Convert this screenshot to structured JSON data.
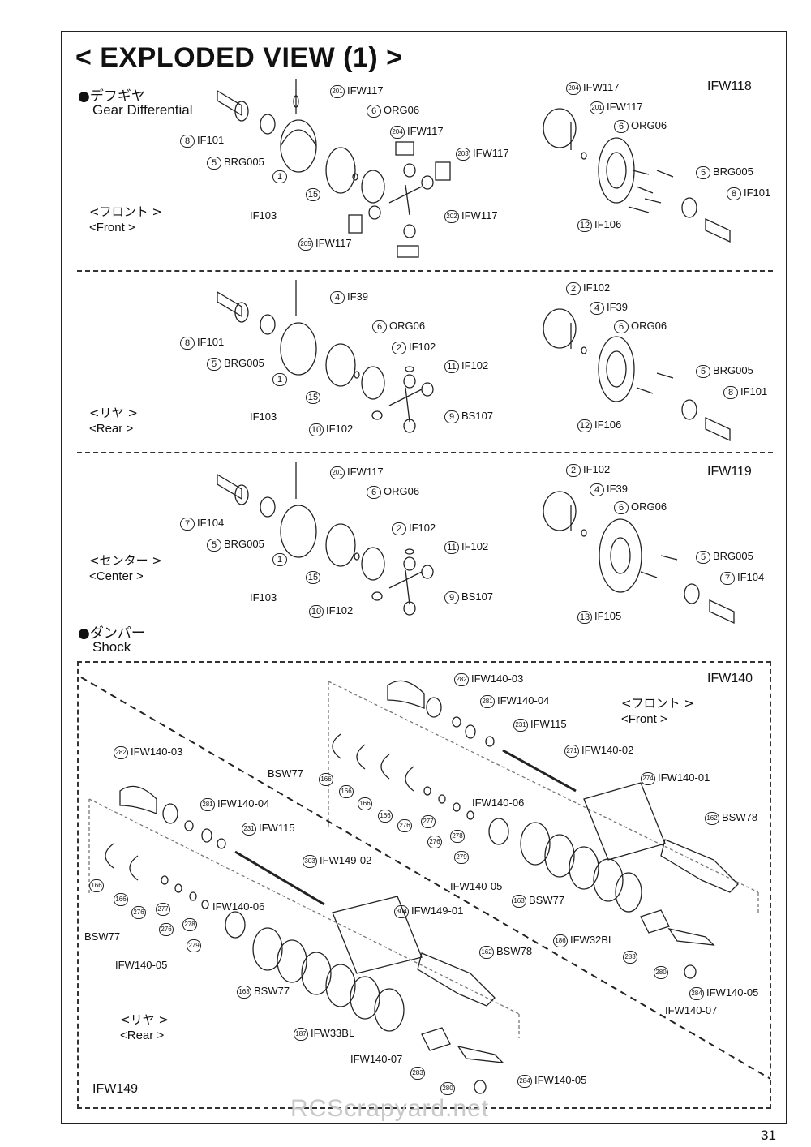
{
  "title": "< EXPLODED VIEW (1) >",
  "page_number": "31",
  "watermark": "RCScrapyard.net",
  "gear_diff": {
    "heading_jp": "●デフギヤ",
    "heading_en": "Gear Differential",
    "front_jp": "<フロント >",
    "front_en": "<Front >",
    "rear_jp": "<リヤ >",
    "rear_en": "<Rear >",
    "center_jp": "<センター >",
    "center_en": "<Center >",
    "kit_ifw118": "IFW118",
    "kit_ifw119": "IFW119"
  },
  "shock": {
    "heading_jp": "●ダンパー",
    "heading_en": "Shock",
    "kit_ifw140": "IFW140",
    "kit_ifw149": "IFW149",
    "front_jp": "<フロント >",
    "front_en": "<Front >",
    "rear_jp": "<リヤ >",
    "rear_en": "<Rear >"
  },
  "labels": [
    {
      "n": "201",
      "t": "IFW117"
    },
    {
      "n": "6",
      "t": "ORG06"
    },
    {
      "n": "204",
      "t": "IFW117"
    },
    {
      "n": "203",
      "t": "IFW117"
    },
    {
      "n": "8",
      "t": "IF101"
    },
    {
      "n": "5",
      "t": "BRG005"
    },
    {
      "n": "1",
      "t": ""
    },
    {
      "n": "15",
      "t": ""
    },
    {
      "n": "",
      "t": "IF103"
    },
    {
      "n": "202",
      "t": "IFW117"
    },
    {
      "n": "205",
      "t": "IFW117"
    },
    {
      "n": "204",
      "t": "IFW117"
    },
    {
      "n": "201",
      "t": "IFW117"
    },
    {
      "n": "6",
      "t": "ORG06"
    },
    {
      "n": "5",
      "t": "BRG005"
    },
    {
      "n": "8",
      "t": "IF101"
    },
    {
      "n": "12",
      "t": "IF106"
    },
    {
      "n": "4",
      "t": "IF39"
    },
    {
      "n": "6",
      "t": "ORG06"
    },
    {
      "n": "2",
      "t": "IF102"
    },
    {
      "n": "11",
      "t": "IF102"
    },
    {
      "n": "8",
      "t": "IF101"
    },
    {
      "n": "5",
      "t": "BRG005"
    },
    {
      "n": "1",
      "t": ""
    },
    {
      "n": "15",
      "t": ""
    },
    {
      "n": "",
      "t": "IF103"
    },
    {
      "n": "9",
      "t": "BS107"
    },
    {
      "n": "10",
      "t": "IF102"
    },
    {
      "n": "2",
      "t": "IF102"
    },
    {
      "n": "4",
      "t": "IF39"
    },
    {
      "n": "6",
      "t": "ORG06"
    },
    {
      "n": "5",
      "t": "BRG005"
    },
    {
      "n": "8",
      "t": "IF101"
    },
    {
      "n": "12",
      "t": "IF106"
    },
    {
      "n": "201",
      "t": "IFW117"
    },
    {
      "n": "6",
      "t": "ORG06"
    },
    {
      "n": "2",
      "t": "IF102"
    },
    {
      "n": "11",
      "t": "IF102"
    },
    {
      "n": "7",
      "t": "IF104"
    },
    {
      "n": "5",
      "t": "BRG005"
    },
    {
      "n": "1",
      "t": ""
    },
    {
      "n": "15",
      "t": ""
    },
    {
      "n": "",
      "t": "IF103"
    },
    {
      "n": "9",
      "t": "BS107"
    },
    {
      "n": "10",
      "t": "IF102"
    },
    {
      "n": "2",
      "t": "IF102"
    },
    {
      "n": "4",
      "t": "IF39"
    },
    {
      "n": "6",
      "t": "ORG06"
    },
    {
      "n": "5",
      "t": "BRG005"
    },
    {
      "n": "7",
      "t": "IF104"
    },
    {
      "n": "13",
      "t": "IF105"
    },
    {
      "n": "282",
      "t": "IFW140-03"
    },
    {
      "n": "281",
      "t": "IFW140-04"
    },
    {
      "n": "231",
      "t": "IFW115"
    },
    {
      "n": "271",
      "t": "IFW140-02"
    },
    {
      "n": "274",
      "t": "IFW140-01"
    },
    {
      "n": "162",
      "t": "BSW78"
    },
    {
      "n": "",
      "t": "BSW77"
    },
    {
      "n": "166",
      "t": ""
    },
    {
      "n": "166",
      "t": ""
    },
    {
      "n": "166",
      "t": ""
    },
    {
      "n": "166",
      "t": ""
    },
    {
      "n": "",
      "t": "IFW140-06"
    },
    {
      "n": "276",
      "t": ""
    },
    {
      "n": "277",
      "t": ""
    },
    {
      "n": "276",
      "t": ""
    },
    {
      "n": "278",
      "t": ""
    },
    {
      "n": "279",
      "t": ""
    },
    {
      "n": "",
      "t": "IFW140-05"
    },
    {
      "n": "163",
      "t": "BSW77"
    },
    {
      "n": "186",
      "t": "IFW32BL"
    },
    {
      "n": "283",
      "t": ""
    },
    {
      "n": "280",
      "t": ""
    },
    {
      "n": "284",
      "t": "IFW140-05"
    },
    {
      "n": "",
      "t": "IFW140-07"
    },
    {
      "n": "282",
      "t": "IFW140-03"
    },
    {
      "n": "281",
      "t": "IFW140-04"
    },
    {
      "n": "231",
      "t": "IFW115"
    },
    {
      "n": "303",
      "t": "IFW149-02"
    },
    {
      "n": "",
      "t": "IFW140-06"
    },
    {
      "n": "166",
      "t": ""
    },
    {
      "n": "166",
      "t": ""
    },
    {
      "n": "",
      "t": "BSW77"
    },
    {
      "n": "276",
      "t": ""
    },
    {
      "n": "277",
      "t": ""
    },
    {
      "n": "276",
      "t": ""
    },
    {
      "n": "278",
      "t": ""
    },
    {
      "n": "279",
      "t": ""
    },
    {
      "n": "",
      "t": "IFW140-05"
    },
    {
      "n": "304",
      "t": "IFW149-01"
    },
    {
      "n": "162",
      "t": "BSW78"
    },
    {
      "n": "163",
      "t": "BSW77"
    },
    {
      "n": "187",
      "t": "IFW33BL"
    },
    {
      "n": "",
      "t": "IFW140-07"
    },
    {
      "n": "283",
      "t": ""
    },
    {
      "n": "280",
      "t": ""
    },
    {
      "n": "284",
      "t": "IFW140-05"
    }
  ]
}
